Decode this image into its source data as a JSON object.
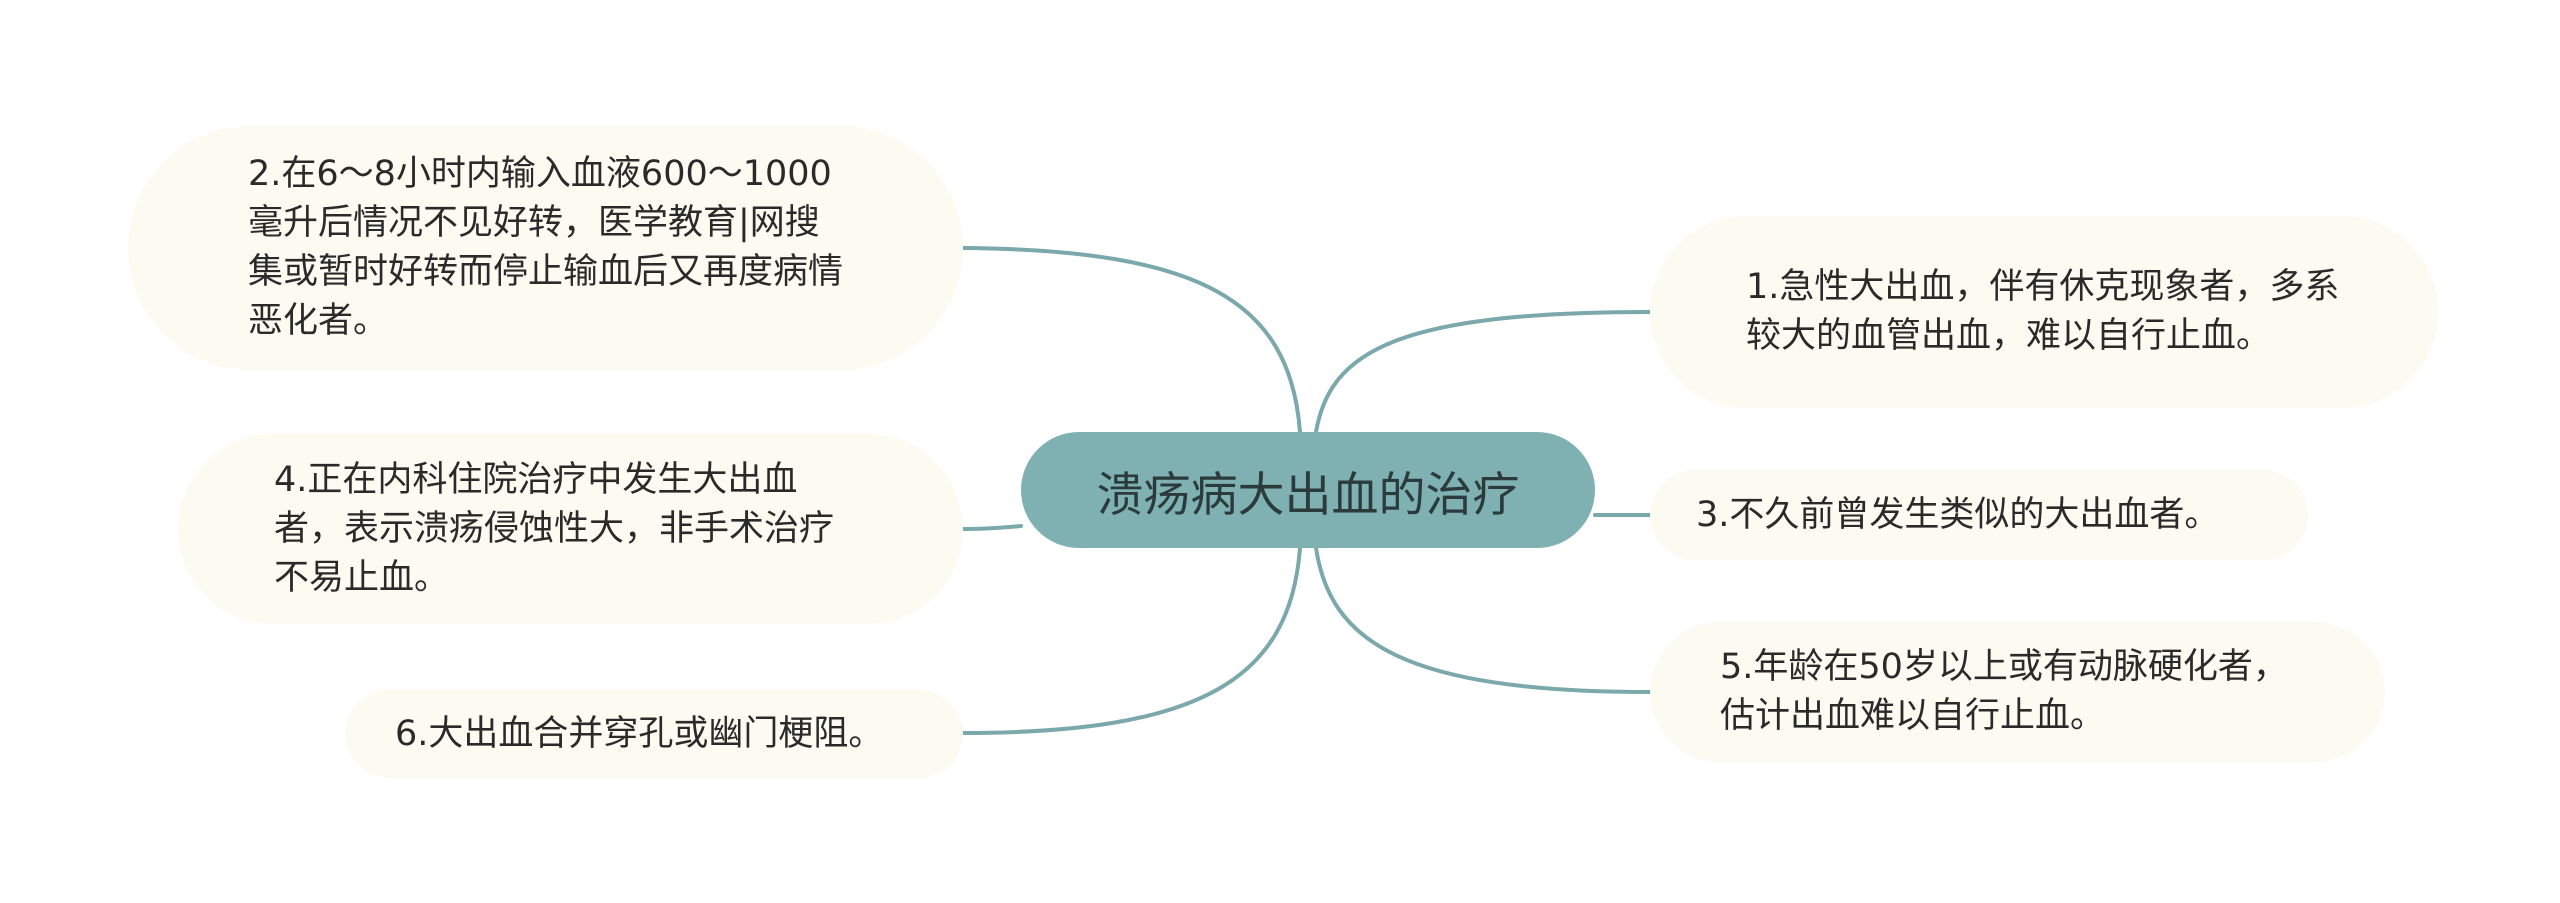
{
  "central_topic": "溃疡病大出血的治疗",
  "branches": {
    "item_1": "1.急性大出血，伴有休克现象者，多系较大的血管出血，难以自行止血。",
    "item_2": "2.在6～8小时内输入血液600～1000毫升后情况不见好转，医学教育|网搜集或暂时好转而停止输血后又再度病情恶化者。",
    "item_3": "3.不久前曾发生类似的大出血者。",
    "item_4": "4.正在内科住院治疗中发生大出血者，表示溃疡侵蚀性大，非手术治疗不易止血。",
    "item_5": "5.年龄在50岁以上或有动脉硬化者，估计出血难以自行止血。",
    "item_6": "6.大出血合并穿孔或幽门梗阻。"
  },
  "colors": {
    "central_fill": "#7fb1b3",
    "central_text": "#2b3b3c",
    "connector": "#7aa8ab",
    "leaf_fill": "#fcfbf2",
    "leaf_text": "#2a2a2a",
    "background": "#ffffff"
  }
}
